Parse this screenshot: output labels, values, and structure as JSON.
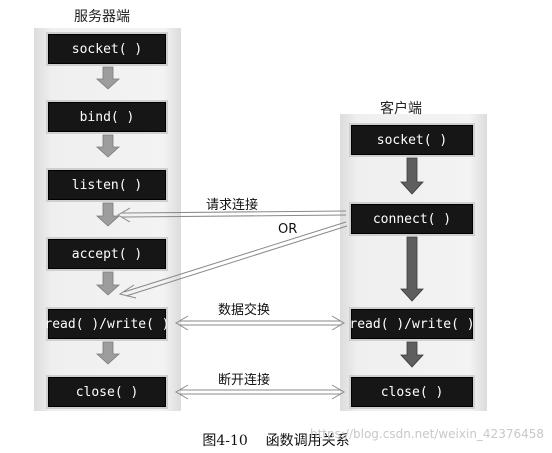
{
  "server": {
    "title": "服务器端",
    "steps": [
      "socket( )",
      "bind( )",
      "listen( )",
      "accept( )",
      "read( )/write( )",
      "close( )"
    ]
  },
  "client": {
    "title": "客户端",
    "steps": [
      "socket( )",
      "connect( )",
      "read( )/write( )",
      "close( )"
    ]
  },
  "links": {
    "connect_request": "请求连接",
    "or": "OR",
    "data_exchange": "数据交换",
    "disconnect": "断开连接"
  },
  "caption": "图4-10    函数调用关系",
  "watermark": "https://blog.csdn.net/weixin_42376458",
  "colors": {
    "box_fill": "#161616",
    "box_text": "#ffffff",
    "panel": "#eeeeee",
    "flow_arrow": "#9a9a9a",
    "client_arrow": "#5f5f5f"
  }
}
